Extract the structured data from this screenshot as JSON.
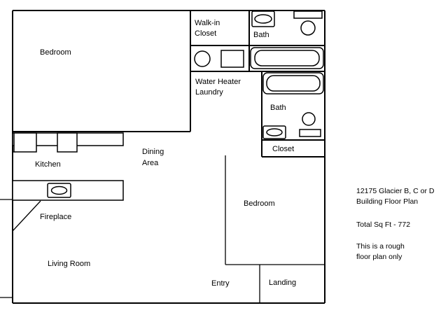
{
  "rooms": {
    "bedroom_1": "Bedroom",
    "walk_in_closet_line1": "Walk-in",
    "walk_in_closet_line2": "Closet",
    "bath_1": "Bath",
    "water_heater": "Water Heater",
    "laundry": "Laundry",
    "bath_2": "Bath",
    "closet": "Closet",
    "kitchen": "Kitchen",
    "dining_line1": "Dining",
    "dining_line2": "Area",
    "bedroom_2": "Bedroom",
    "fireplace": "Fireplace",
    "living_room": "Living Room",
    "entry": "Entry",
    "landing": "Landing"
  },
  "info": {
    "building_line1": "12175 Glacier B, C or D",
    "building_line2": "Building Floor Plan",
    "total_sq_ft": "Total Sq Ft - 772",
    "note_line1": "This is a rough",
    "note_line2": "floor plan only"
  }
}
